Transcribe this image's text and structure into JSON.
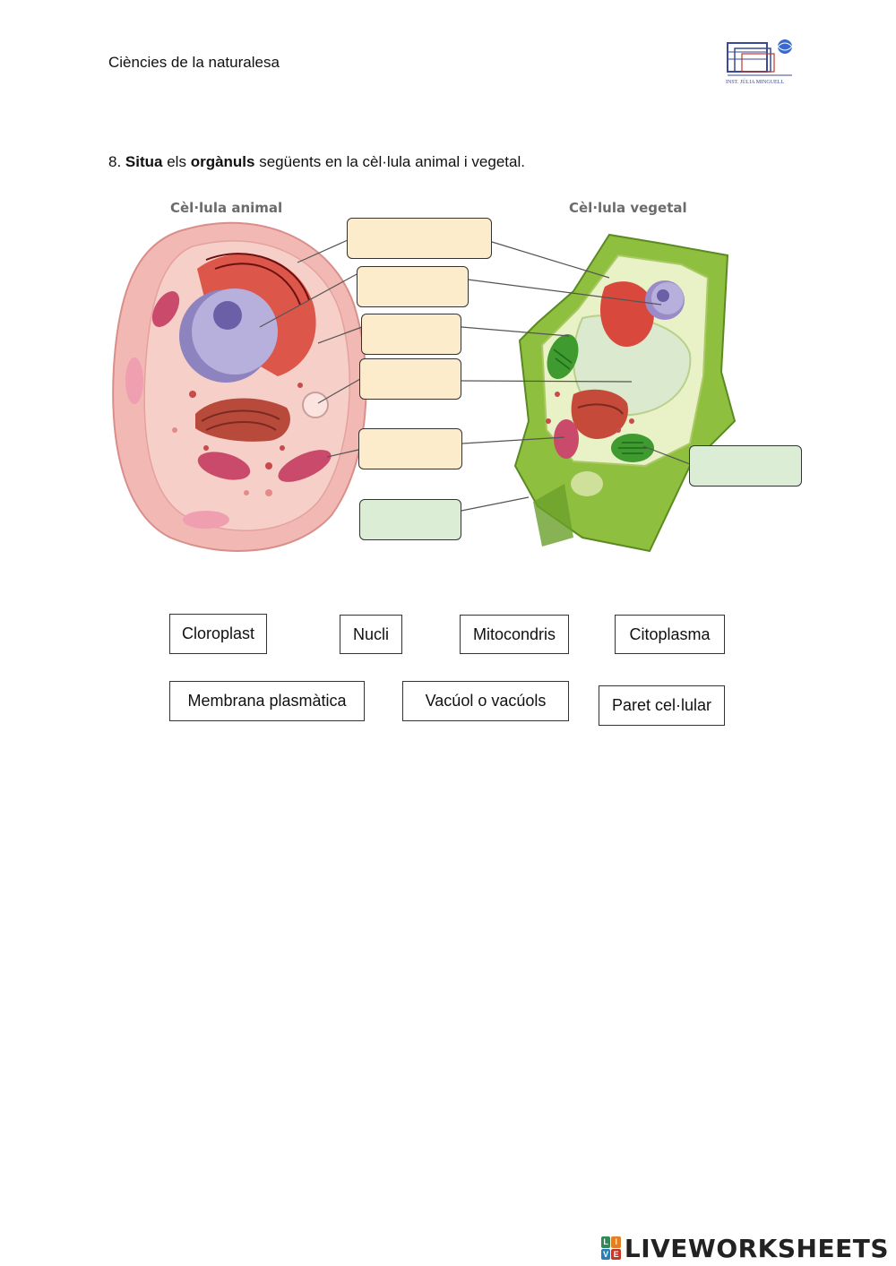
{
  "header": {
    "subject": "Ciències de la naturalesa",
    "logo_text": "INST. JÚLIA MINGUELL"
  },
  "instruction": {
    "number": "8.",
    "verb": "Situa",
    "middle": "els",
    "keyword": "orgànuls",
    "rest": "següents en la cèl·lula animal i vegetal."
  },
  "diagram": {
    "animal_title": "Cèl·lula animal",
    "plant_title": "Cèl·lula vegetal"
  },
  "drop_boxes": [
    {
      "id": "membrane",
      "color": "#fdeccb"
    },
    {
      "id": "nucleus",
      "color": "#fdeccb"
    },
    {
      "id": "cytoplasm",
      "color": "#fdeccb"
    },
    {
      "id": "vacuole",
      "color": "#fdeccb"
    },
    {
      "id": "mitochondria",
      "color": "#fdeccb"
    },
    {
      "id": "cell-wall",
      "color": "#dcedd6"
    },
    {
      "id": "chloroplast",
      "color": "#dcedd6"
    }
  ],
  "word_bank": {
    "row1": [
      "Cloroplast",
      "Nucli",
      "Mitocondris",
      "Citoplasma"
    ],
    "row2": [
      "Membrana plasmàtica",
      "Vacúol o vacúols",
      "Paret cel·lular"
    ]
  },
  "brand": {
    "badge_letters": [
      "L",
      "I",
      "V",
      "E"
    ],
    "name": "LIVEWORKSHEETS"
  },
  "colors": {
    "peach_box": "#fdeccb",
    "green_box": "#dcedd6",
    "animal_cell": "#f2b8b4",
    "plant_cell": "#8fbf3f"
  }
}
